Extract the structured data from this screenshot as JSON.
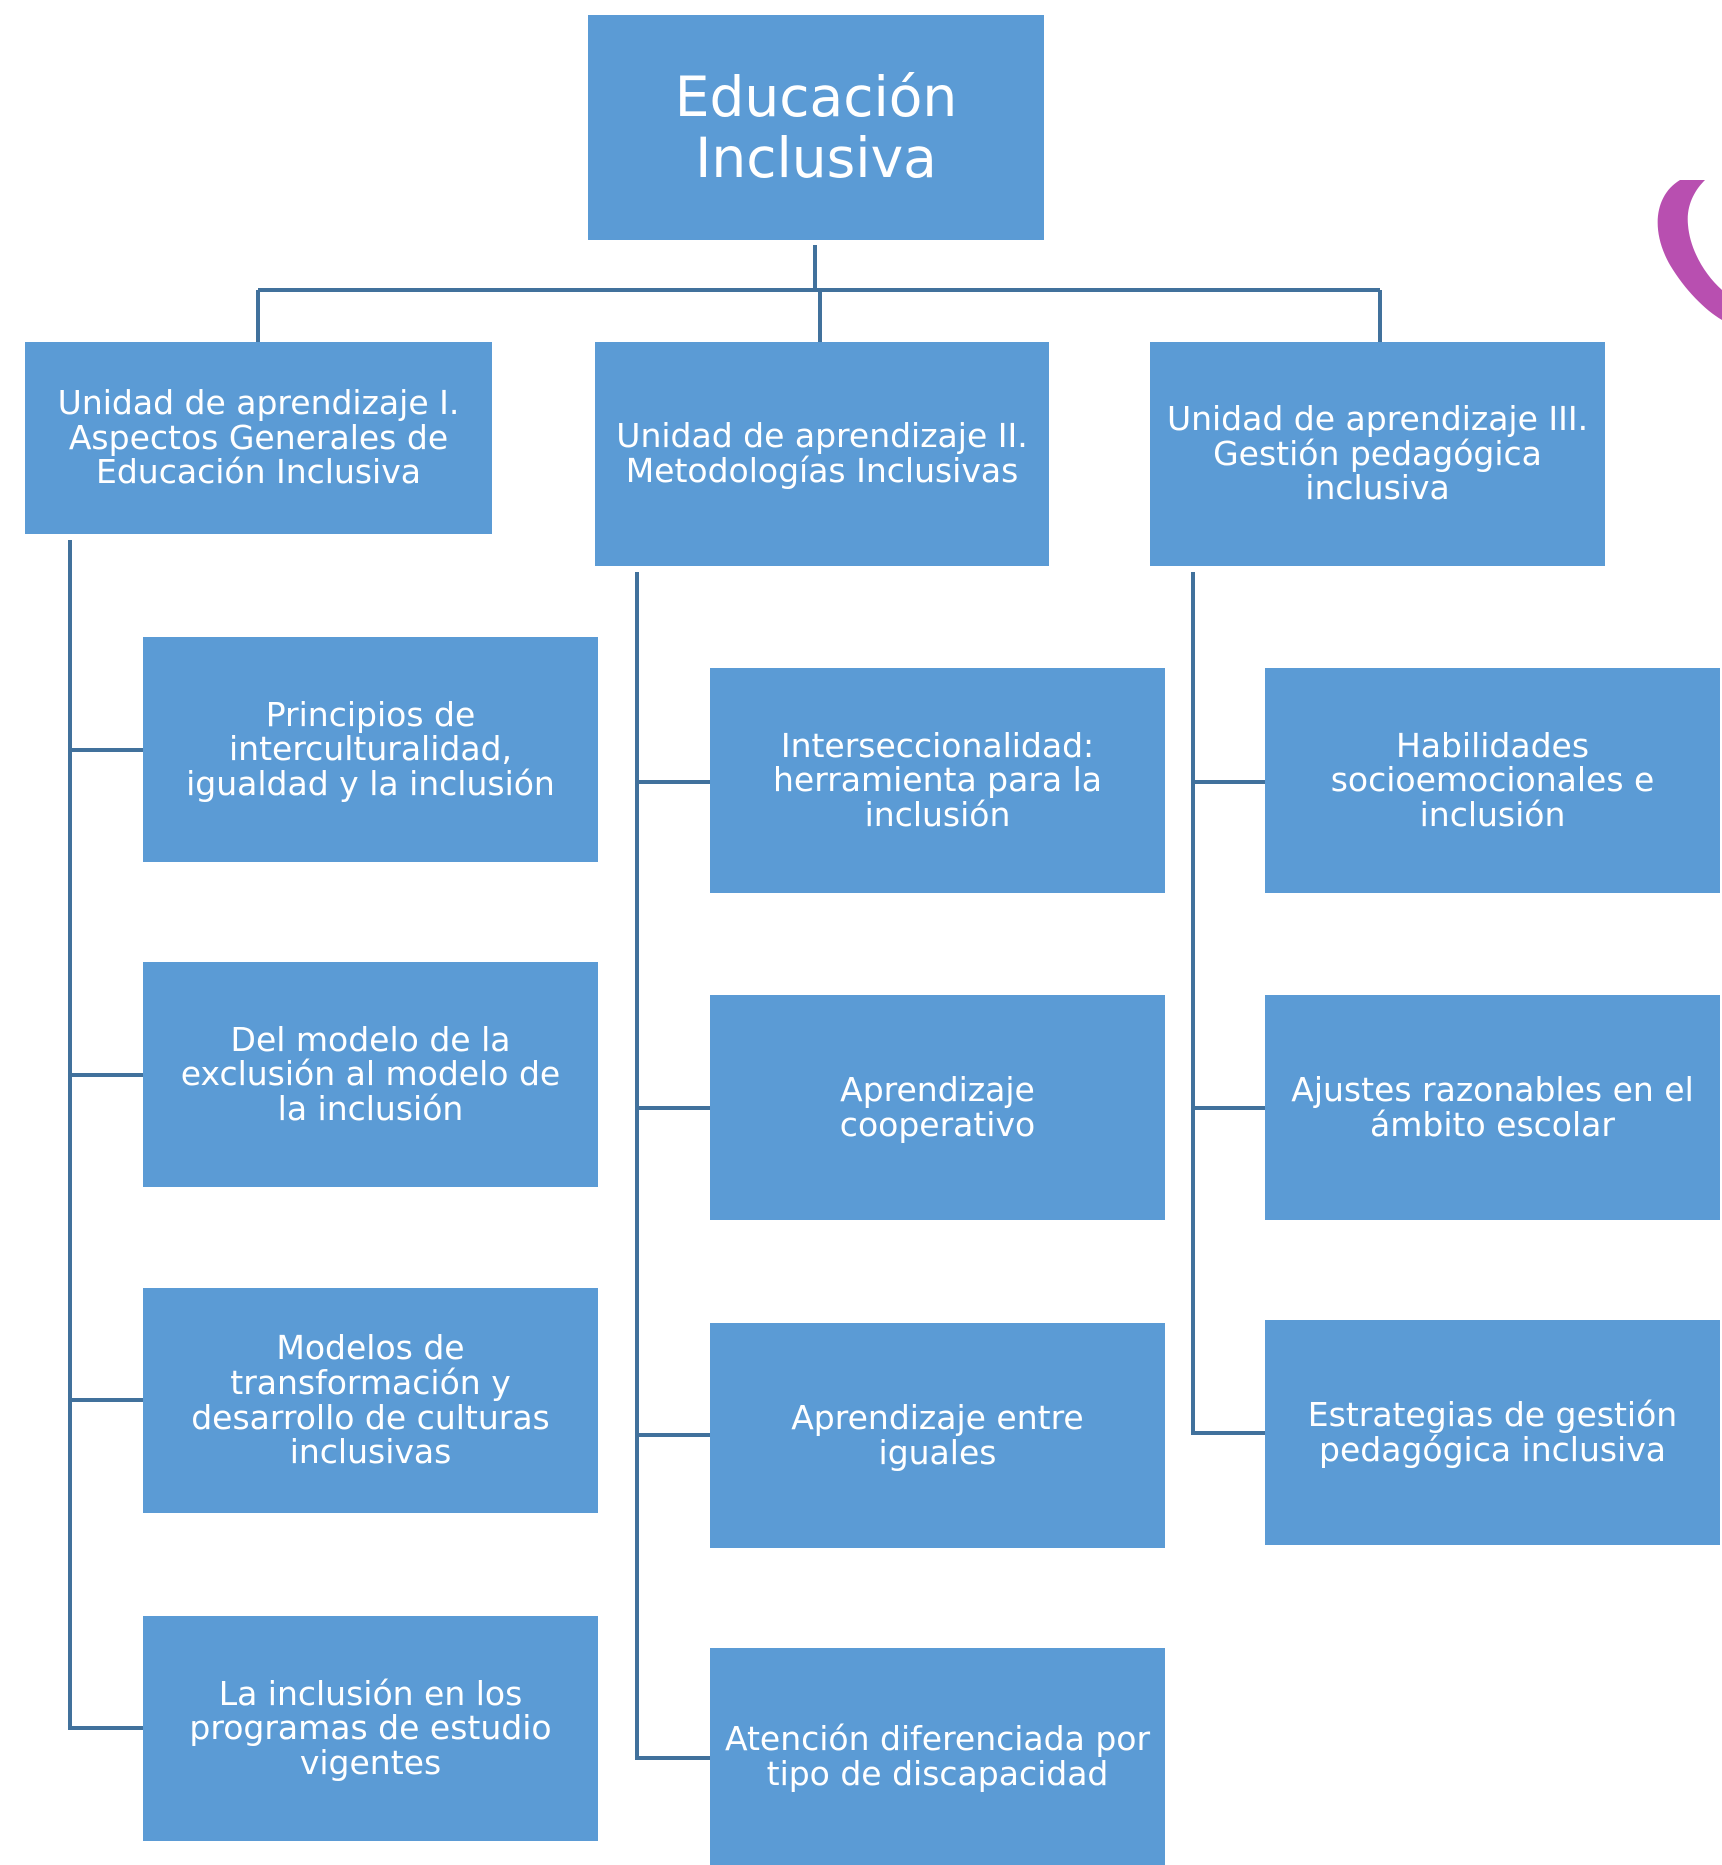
{
  "diagram": {
    "root": {
      "label": "Educación\nInclusiva"
    },
    "units": [
      {
        "label": "Unidad de aprendizaje I. Aspectos Generales de Educación Inclusiva",
        "topics": [
          "Principios de interculturalidad, igualdad y la inclusión",
          "Del modelo de la exclusión al modelo de la inclusión",
          "Modelos de transformación y desarrollo de culturas inclusivas",
          "La inclusión en los programas de estudio vigentes"
        ]
      },
      {
        "label": "Unidad de aprendizaje II. Metodologías Inclusivas",
        "topics": [
          "Interseccionalidad: herramienta para la inclusión",
          "Aprendizaje cooperativo",
          "Aprendizaje entre iguales",
          "Atención diferenciada por tipo de discapacidad"
        ]
      },
      {
        "label": "Unidad de aprendizaje III. Gestión pedagógica inclusiva",
        "topics": [
          "Habilidades socioemocionales e inclusión",
          "Ajustes razonables en el ámbito escolar",
          "Estrategias de gestión pedagógica inclusiva"
        ]
      }
    ]
  },
  "colors": {
    "box_fill": "#5b9bd5",
    "box_text": "#ffffff",
    "connector": "#41719c",
    "decoration": "#b84fb0"
  }
}
